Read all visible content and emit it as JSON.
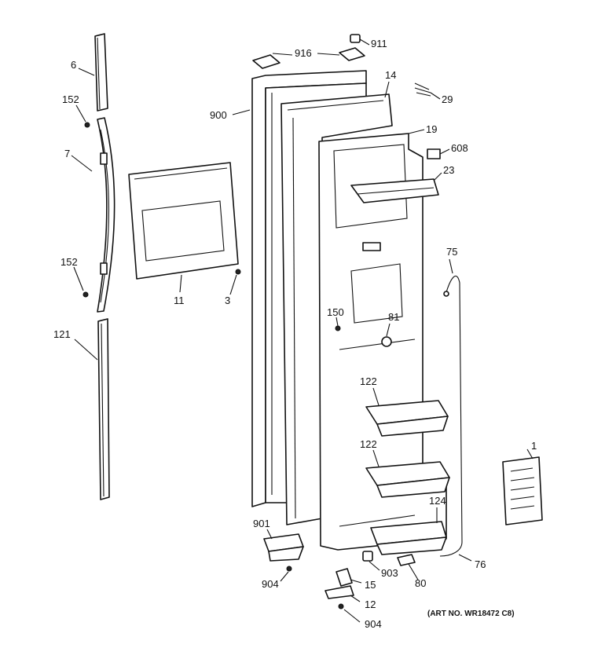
{
  "callouts": {
    "c6": "6",
    "c152a": "152",
    "c7": "7",
    "c152b": "152",
    "c121": "121",
    "c11": "11",
    "c3": "3",
    "c900": "900",
    "c916": "916",
    "c911": "911",
    "c14": "14",
    "c29": "29",
    "c19": "19",
    "c608": "608",
    "c23": "23",
    "c75": "75",
    "c150": "150",
    "c81": "81",
    "c122a": "122",
    "c122b": "122",
    "c124": "124",
    "c1": "1",
    "c901": "901",
    "c904a": "904",
    "c903": "903",
    "c80": "80",
    "c76": "76",
    "c15": "15",
    "c12": "12",
    "c904b": "904"
  },
  "art_number": "(ART NO. WR18472 C8)"
}
